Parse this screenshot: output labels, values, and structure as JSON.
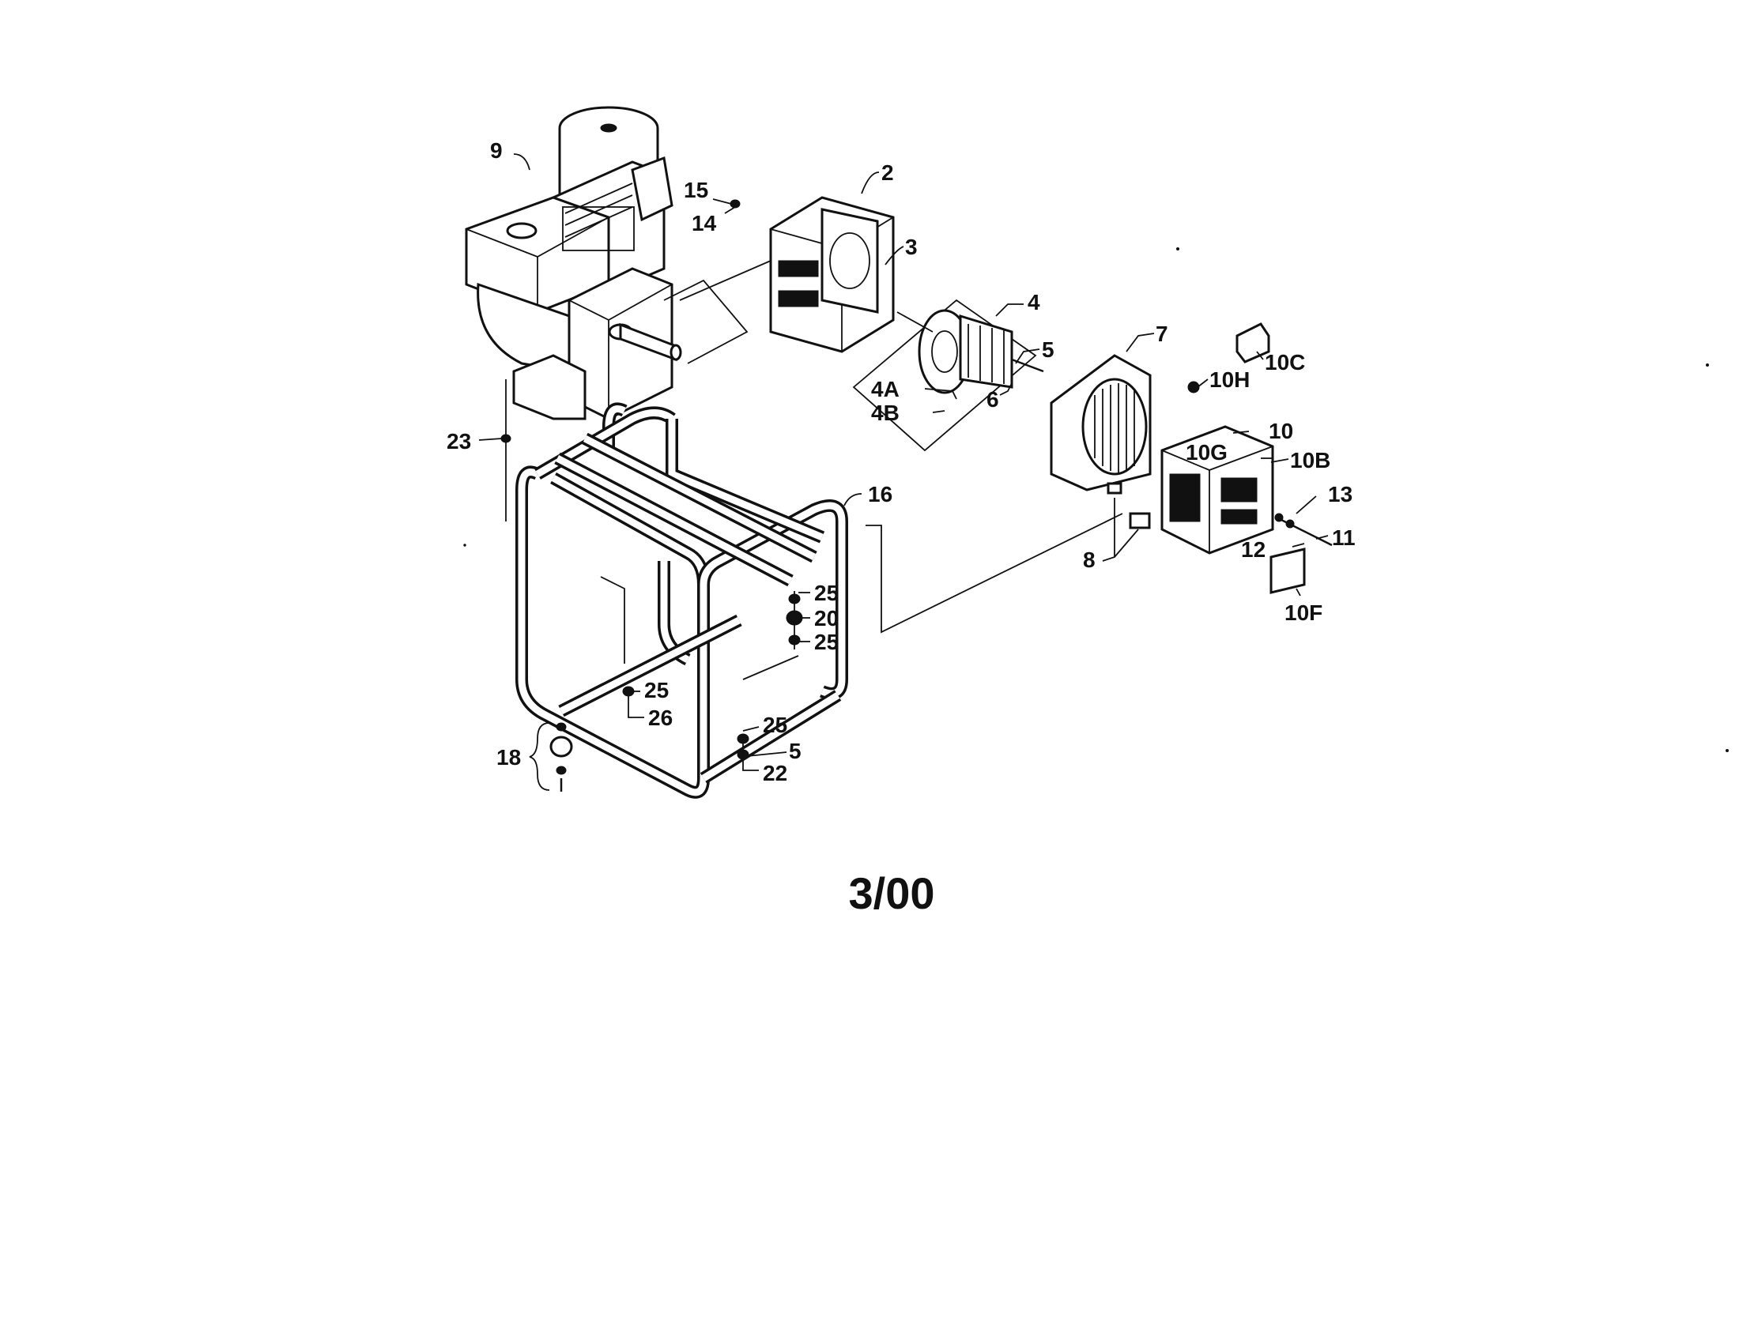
{
  "diagram": {
    "footer_text": "3/00",
    "callouts": {
      "p9": "9",
      "p2": "2",
      "p15": "15",
      "p14": "14",
      "p3": "3",
      "p4": "4",
      "p5a": "5",
      "p4a": "4A",
      "p6": "6",
      "p4b": "4B",
      "p7": "7",
      "p10c": "10C",
      "p10h": "10H",
      "p10": "10",
      "p10g": "10G",
      "p10b": "10B",
      "p13": "13",
      "p11": "11",
      "p12": "12",
      "p10f": "10F",
      "p8": "8",
      "p23": "23",
      "p16": "16",
      "p25a": "25",
      "p20": "20",
      "p25b": "25",
      "p25c": "25",
      "p26": "26",
      "p25d": "25",
      "p5b": "5",
      "p22": "22",
      "p18": "18"
    }
  }
}
